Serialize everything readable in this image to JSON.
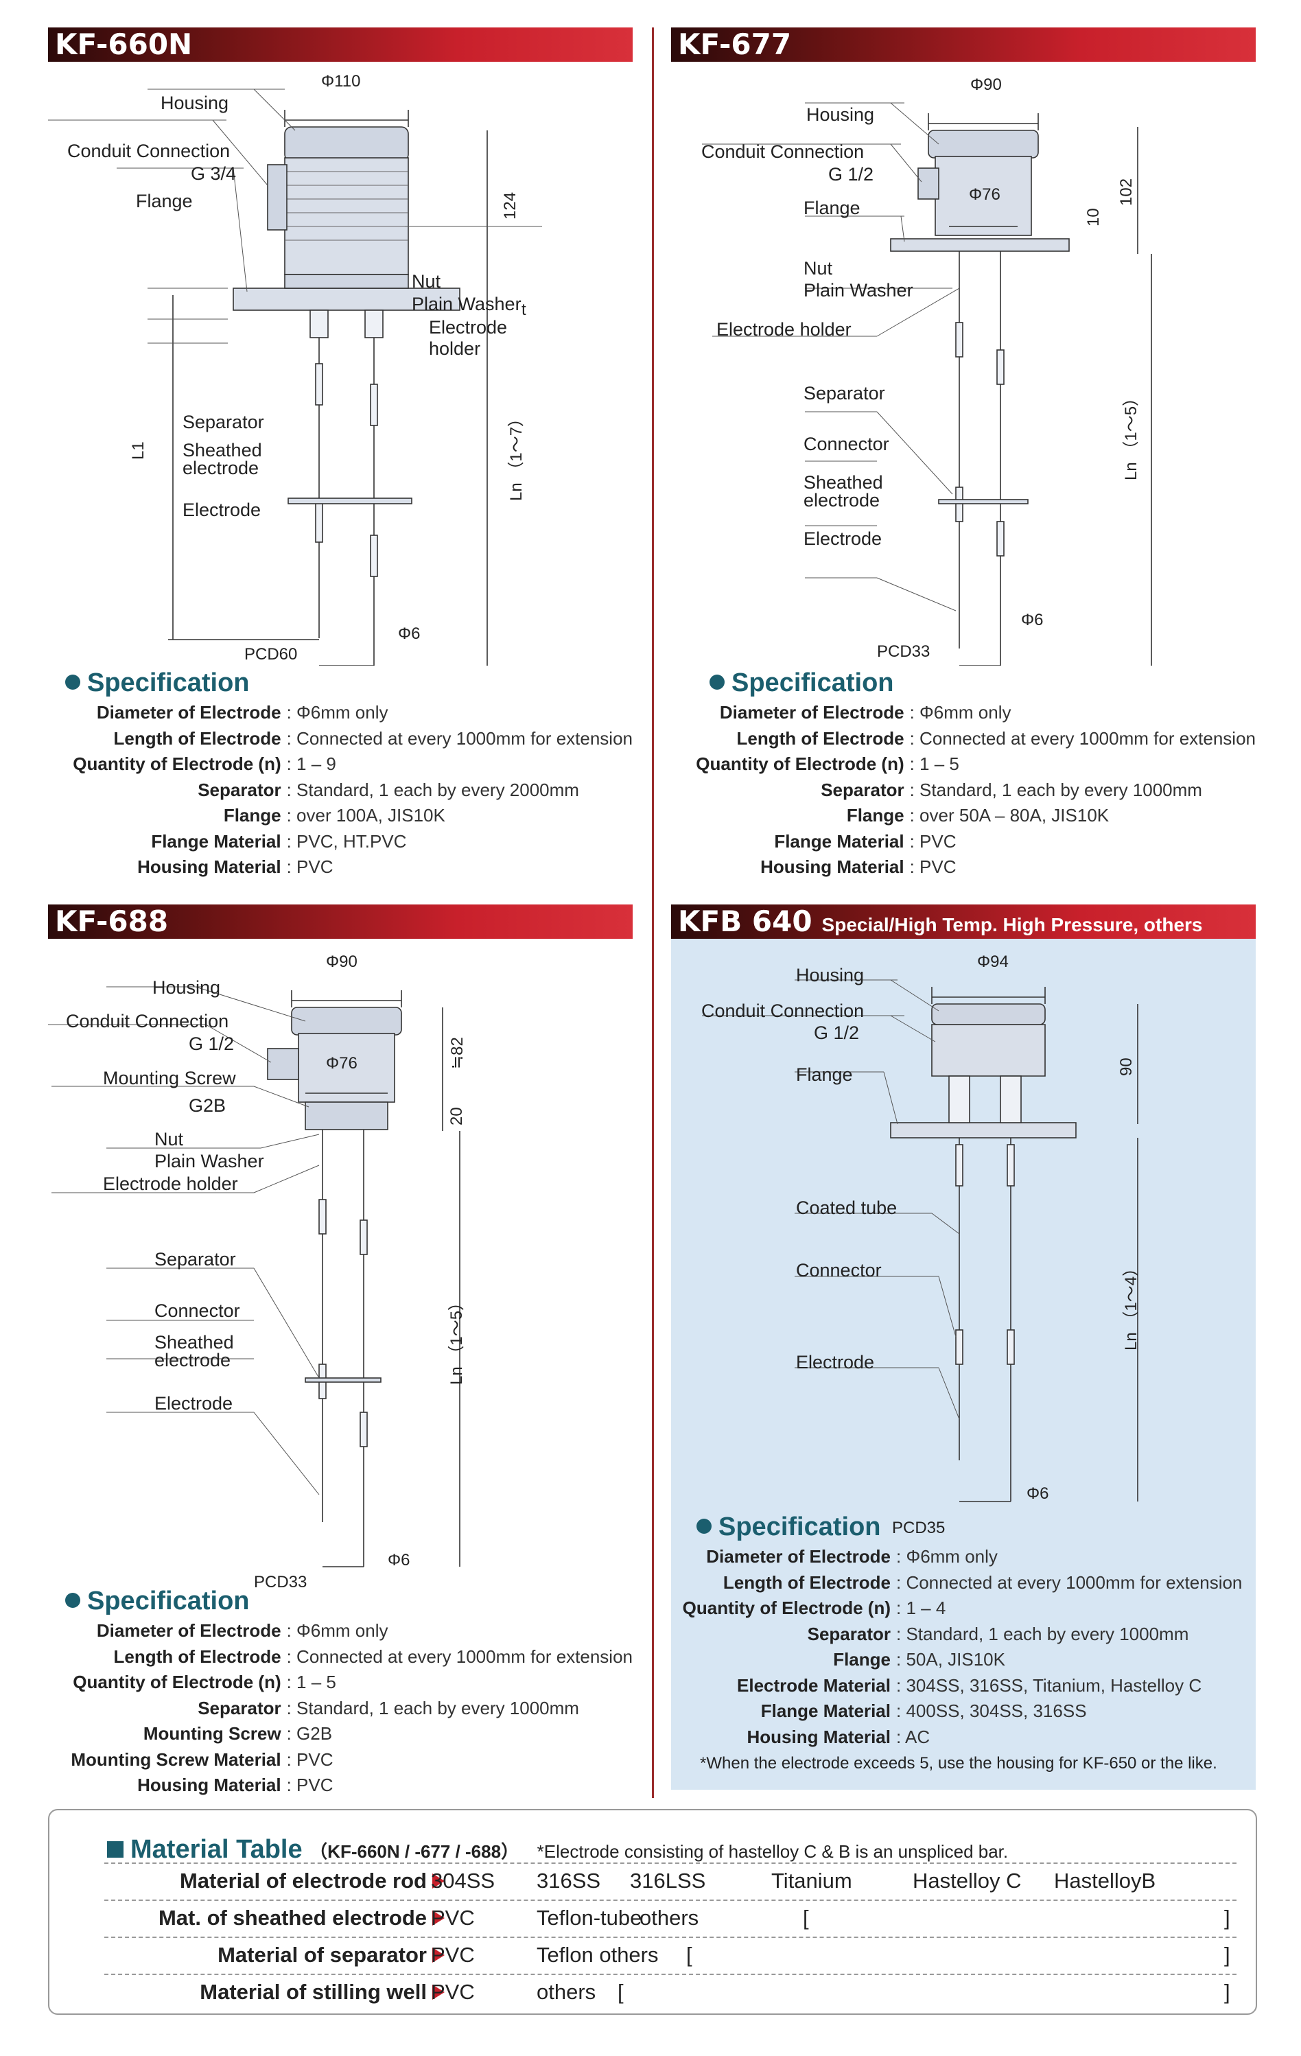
{
  "panels": {
    "kf660n": {
      "title": "KF-660N",
      "labels": {
        "dim_top": "Φ110",
        "housing": "Housing",
        "conduit": "Conduit Connection",
        "conduit_size": "G 3/4",
        "flange": "Flange",
        "nut": "Nut",
        "plain_washer": "Plain Washer",
        "electrode_holder_1": "Electrode",
        "electrode_holder_2": "holder",
        "separator": "Separator",
        "sheathed_1": "Sheathed",
        "sheathed_2": "electrode",
        "electrode": "Electrode",
        "dim_124": "124",
        "dim_t": "t",
        "dim_l1": "L1",
        "dim_ln": "Ln （1～7）",
        "dim_phi6": "Φ6",
        "pcd": "PCD60"
      },
      "spec_title": "Specification",
      "spec": [
        {
          "k": "Diameter of Electrode",
          "v": ": Φ6mm only"
        },
        {
          "k": "Length of Electrode",
          "v": ": Connected at every 1000mm for extension"
        },
        {
          "k": "Quantity of Electrode (n)",
          "v": ": 1 – 9"
        },
        {
          "k": "Separator",
          "v": ": Standard, 1 each by every 2000mm"
        },
        {
          "k": "Flange",
          "v": ": over 100A, JIS10K"
        },
        {
          "k": "Flange Material",
          "v": ": PVC, HT.PVC"
        },
        {
          "k": "Housing Material",
          "v": ": PVC"
        }
      ]
    },
    "kf677": {
      "title": "KF-677",
      "labels": {
        "dim_top": "Φ90",
        "housing": "Housing",
        "conduit": "Conduit Connection",
        "conduit_size": "G 1/2",
        "dim_76": "Φ76",
        "flange": "Flange",
        "nut": "Nut",
        "plain_washer": "Plain Washer",
        "electrode_holder": "Electrode holder",
        "separator": "Separator",
        "connector": "Connector",
        "sheathed_1": "Sheathed",
        "sheathed_2": "electrode",
        "electrode": "Electrode",
        "dim_102": "102",
        "dim_10": "10",
        "dim_ln": "Ln （1～5）",
        "dim_phi6": "Φ6",
        "pcd": "PCD33"
      },
      "spec_title": "Specification",
      "spec": [
        {
          "k": "Diameter of Electrode",
          "v": ": Φ6mm only"
        },
        {
          "k": "Length of Electrode",
          "v": ": Connected at every 1000mm for extension"
        },
        {
          "k": "Quantity of Electrode (n)",
          "v": ": 1 – 5"
        },
        {
          "k": "Separator",
          "v": ": Standard, 1 each by every 1000mm"
        },
        {
          "k": "Flange",
          "v": ": over 50A – 80A, JIS10K"
        },
        {
          "k": "Flange Material",
          "v": ": PVC"
        },
        {
          "k": "Housing Material",
          "v": ": PVC"
        }
      ]
    },
    "kf688": {
      "title": "KF-688",
      "labels": {
        "dim_top": "Φ90",
        "housing": "Housing",
        "conduit": "Conduit Connection",
        "conduit_size": "G 1/2",
        "dim_76": "Φ76",
        "mounting_screw": "Mounting Screw",
        "mounting_size": "G2B",
        "nut": "Nut",
        "plain_washer": "Plain Washer",
        "electrode_holder": "Electrode holder",
        "separator": "Separator",
        "connector": "Connector",
        "sheathed_1": "Sheathed",
        "sheathed_2": "electrode",
        "electrode": "Electrode",
        "dim_82": "≒82",
        "dim_20": "20",
        "dim_ln": "Ln （1～5）",
        "dim_phi6": "Φ6",
        "pcd": "PCD33"
      },
      "spec_title": "Specification",
      "spec": [
        {
          "k": "Diameter of Electrode",
          "v": ": Φ6mm only"
        },
        {
          "k": "Length of Electrode",
          "v": ": Connected at every 1000mm for extension"
        },
        {
          "k": "Quantity of Electrode (n)",
          "v": ": 1 – 5"
        },
        {
          "k": "Separator",
          "v": ": Standard, 1 each by every 1000mm"
        },
        {
          "k": "Mounting Screw",
          "v": ": G2B"
        },
        {
          "k": "Mounting Screw Material",
          "v": ": PVC"
        },
        {
          "k": "Housing Material",
          "v": ": PVC"
        }
      ]
    },
    "kfb640": {
      "title": "KFB 640",
      "subtitle": "Special/High Temp. High Pressure, others",
      "labels": {
        "dim_top": "Φ94",
        "housing": "Housing",
        "conduit": "Conduit Connection",
        "conduit_size": "G 1/2",
        "flange": "Flange",
        "coated_tube": "Coated tube",
        "connector": "Connector",
        "electrode": "Electrode",
        "dim_90": "90",
        "dim_ln": "Ln （1～4）",
        "dim_phi6": "Φ6",
        "pcd": "PCD35"
      },
      "spec_title": "Specification",
      "spec": [
        {
          "k": "Diameter of Electrode",
          "v": ": Φ6mm only"
        },
        {
          "k": "Length of Electrode",
          "v": ": Connected at every 1000mm for extension"
        },
        {
          "k": "Quantity of Electrode (n)",
          "v": ": 1 – 4"
        },
        {
          "k": "Separator",
          "v": ": Standard, 1 each by every 1000mm"
        },
        {
          "k": "Flange",
          "v": ": 50A, JIS10K"
        },
        {
          "k": "Electrode Material",
          "v": ": 304SS, 316SS, Titanium, Hastelloy C"
        },
        {
          "k": "Flange Material",
          "v": ": 400SS, 304SS, 316SS"
        },
        {
          "k": "Housing Material",
          "v": ": AC"
        }
      ],
      "note": "*When the electrode exceeds 5, use the housing for KF-650 or the like."
    }
  },
  "material_table": {
    "title": "Material Table",
    "models": "（KF-660N / -677 / -688）",
    "note": "*Electrode consisting of hastelloy C & B is an unspliced bar.",
    "rows": [
      {
        "label": "Material of electrode rod",
        "options": [
          "304SS",
          "316SS",
          "316LSS",
          "Titanium",
          "Hastelloy C",
          "HastelloyB"
        ]
      },
      {
        "label": "Mat. of sheathed electrode",
        "options": [
          "PVC",
          "Teflon-tube",
          "others",
          "[",
          "]"
        ]
      },
      {
        "label": "Material of separator",
        "options": [
          "PVC",
          "Teflon others",
          "[",
          "]"
        ]
      },
      {
        "label": "Material of stilling well",
        "options": [
          "PVC",
          "others",
          "[",
          "]"
        ]
      }
    ]
  },
  "colors": {
    "header_red": "#c8202b",
    "header_dark": "#7a1515",
    "spec_teal": "#1b5e6e",
    "kfb_bg": "#d7e6f3"
  }
}
